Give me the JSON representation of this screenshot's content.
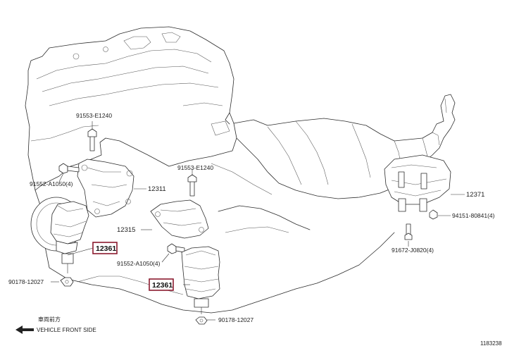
{
  "callouts": {
    "bolt_a": "91553-E1240",
    "bolt_b": "91552-A1050(4)",
    "bracket_front": "12311",
    "bolt_c": "91553-E1240",
    "bracket_mid": "12315",
    "bolt_d": "91552-A1050(4)",
    "mount_left": "12361",
    "mount_center": "12361",
    "nut_left": "90178-12027",
    "nut_center": "90178-12027",
    "mount_rear": "12371",
    "bolt_rear_a": "94151-80841(4)",
    "bolt_rear_b": "91672-J0820(4)"
  },
  "front_indicator": {
    "jp_label": "車両前方",
    "en_label": "VEHICLE FRONT SIDE"
  },
  "figure_id": "1183238"
}
